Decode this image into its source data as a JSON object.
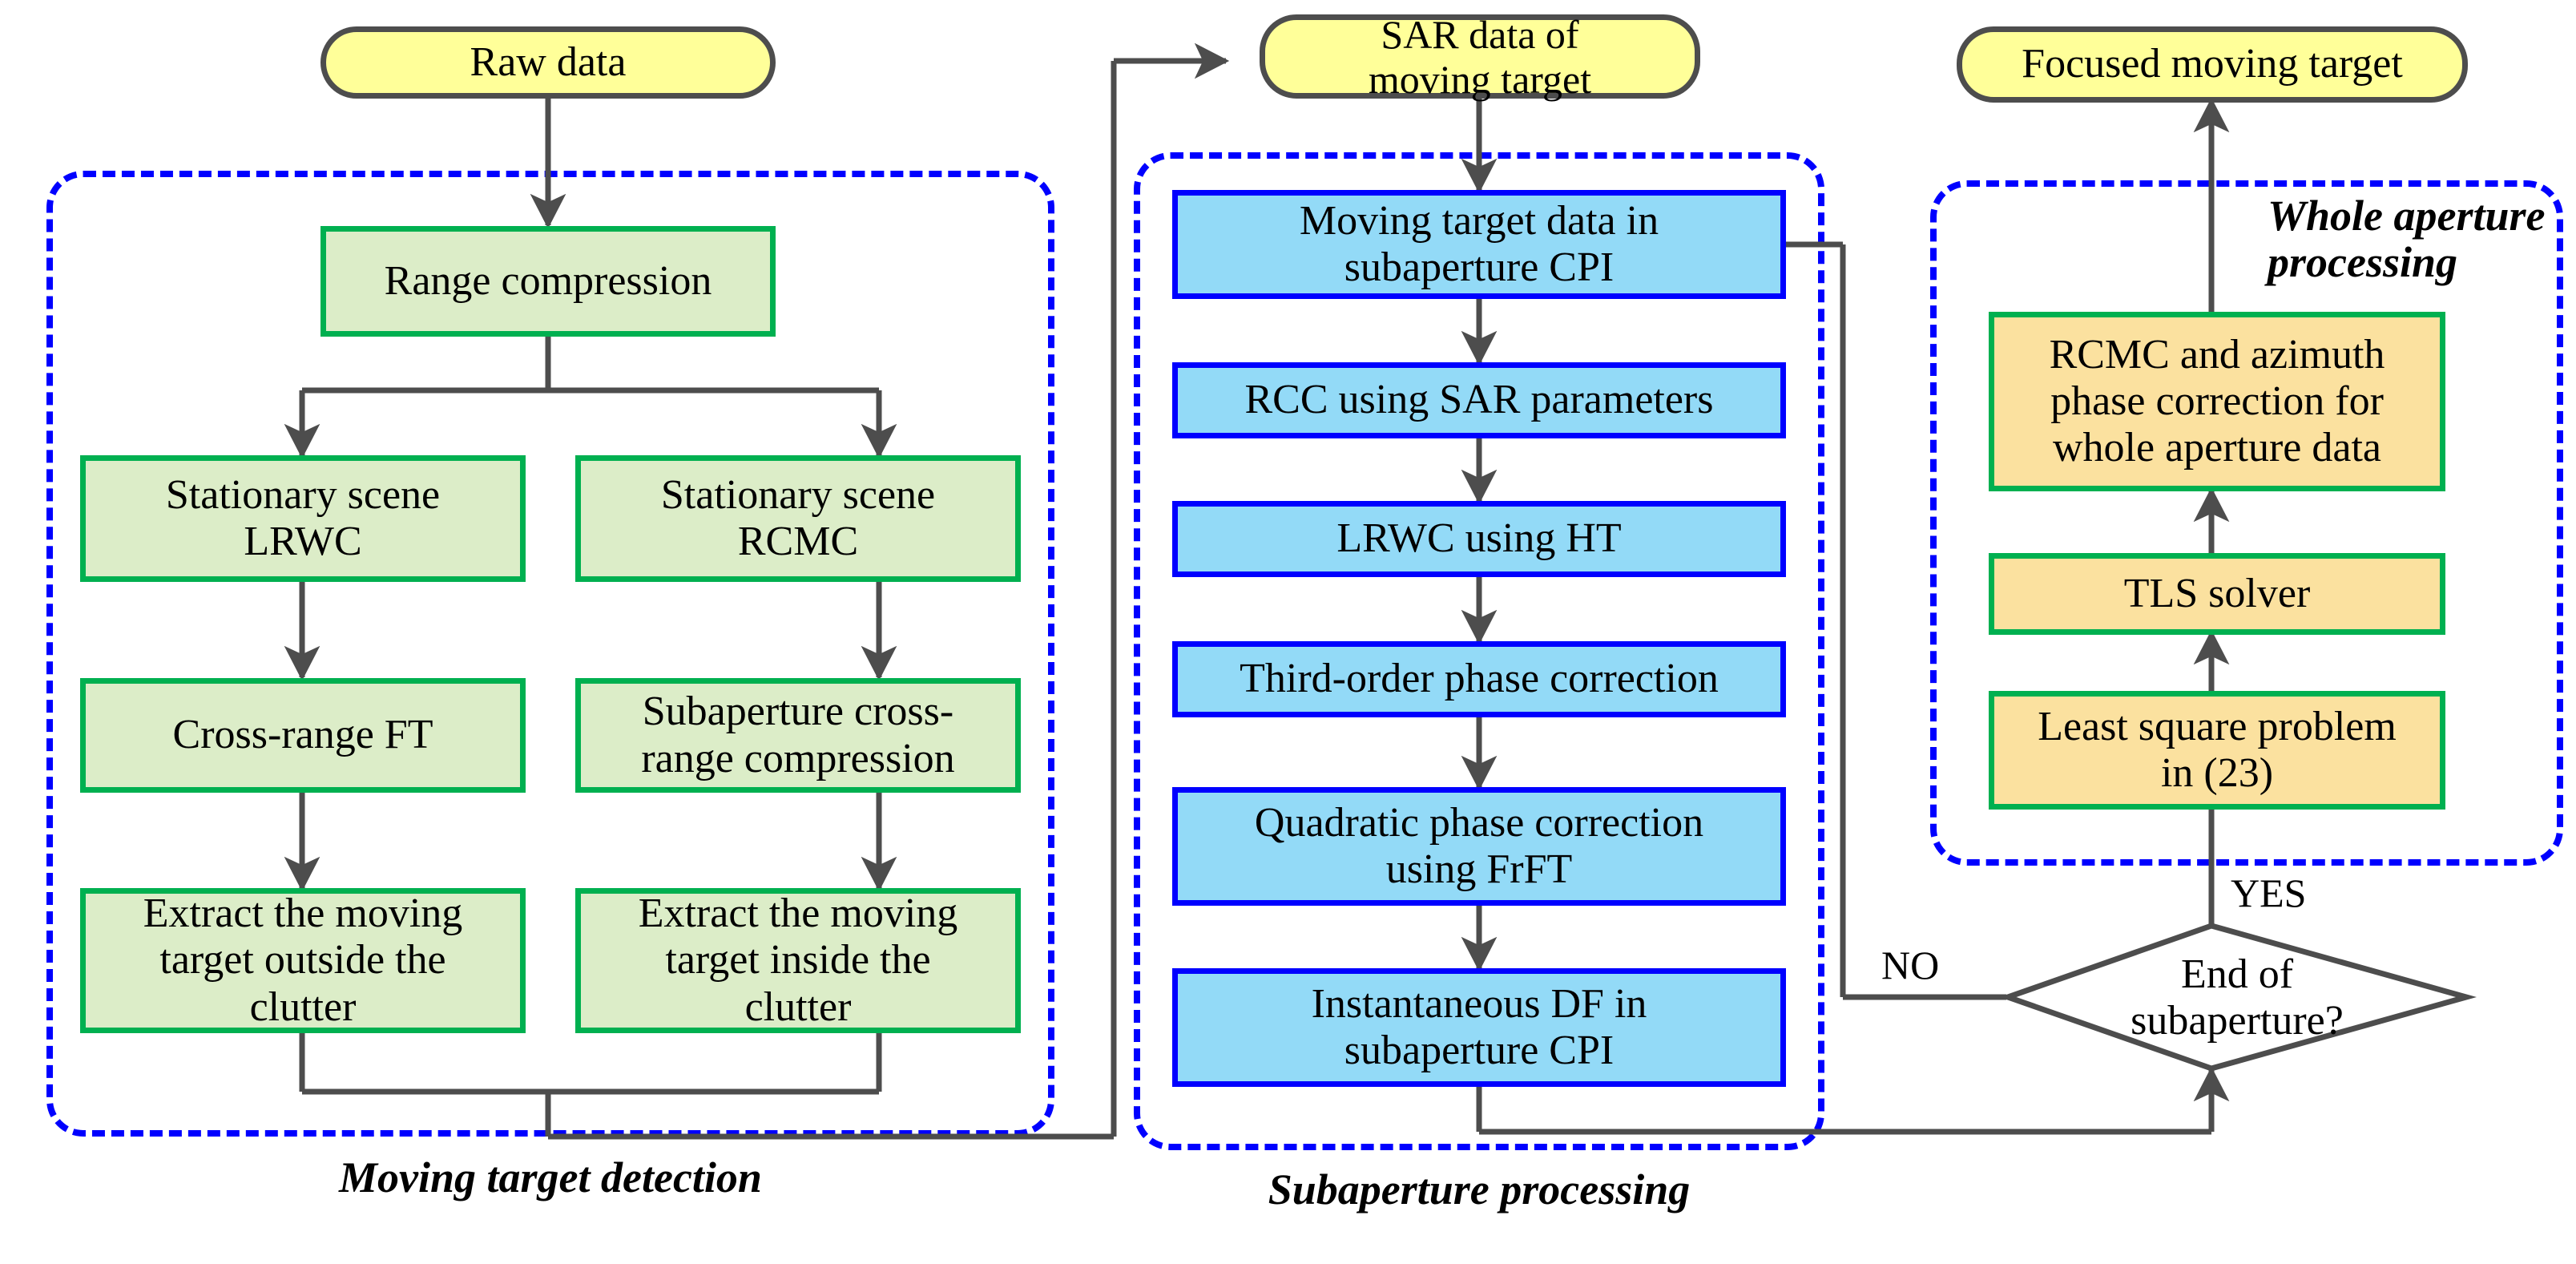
{
  "diagram": {
    "title": "SAR moving target imaging processing flowchart",
    "colors": {
      "terminal_fill": "#FFFF99",
      "terminal_stroke": "#4D4D4D",
      "green_fill": "#DCEDC8",
      "green_stroke": "#00B050",
      "blue_fill": "#93DAF7",
      "blue_stroke": "#0000FF",
      "orange_fill": "#FBE19F",
      "orange_stroke": "#00B050",
      "group_stroke": "#0000FF",
      "connector": "#4D4D4D"
    }
  },
  "nodes": {
    "raw_data": "Raw data",
    "range_compression": "Range compression",
    "stationary_lrwc": "Stationary scene\nLRWC",
    "stationary_rcmc": "Stationary scene\nRCMC",
    "cross_range_ft": "Cross-range FT",
    "subaperture_cross_range_compression": "Subaperture cross-\nrange compression",
    "extract_outside": "Extract the moving\ntarget outside the\nclutter",
    "extract_inside": "Extract the moving\ntarget inside the\nclutter",
    "sar_data": "SAR data of\nmoving target",
    "moving_target_data": "Moving target data in\nsubaperture CPI",
    "rcc_sar": "RCC using SAR parameters",
    "lrwc_ht": "LRWC using HT",
    "third_order": "Third-order phase correction",
    "quadratic_frft": "Quadratic phase correction\nusing FrFT",
    "instantaneous_df": "Instantaneous DF in\nsubaperture CPI",
    "focused_moving_target": "Focused moving target",
    "rcmc_azimuth": "RCMC and azimuth\nphase correction for\nwhole aperture data",
    "tls_solver": "TLS solver",
    "least_square": "Least square problem\nin (23)",
    "decision": "End of\nsubaperture?"
  },
  "groups": {
    "moving_target_detection": "Moving target detection",
    "subaperture_processing": "Subaperture processing",
    "whole_aperture_processing": "Whole aperture\nprocessing"
  },
  "edge_labels": {
    "yes": "YES",
    "no": "NO"
  }
}
